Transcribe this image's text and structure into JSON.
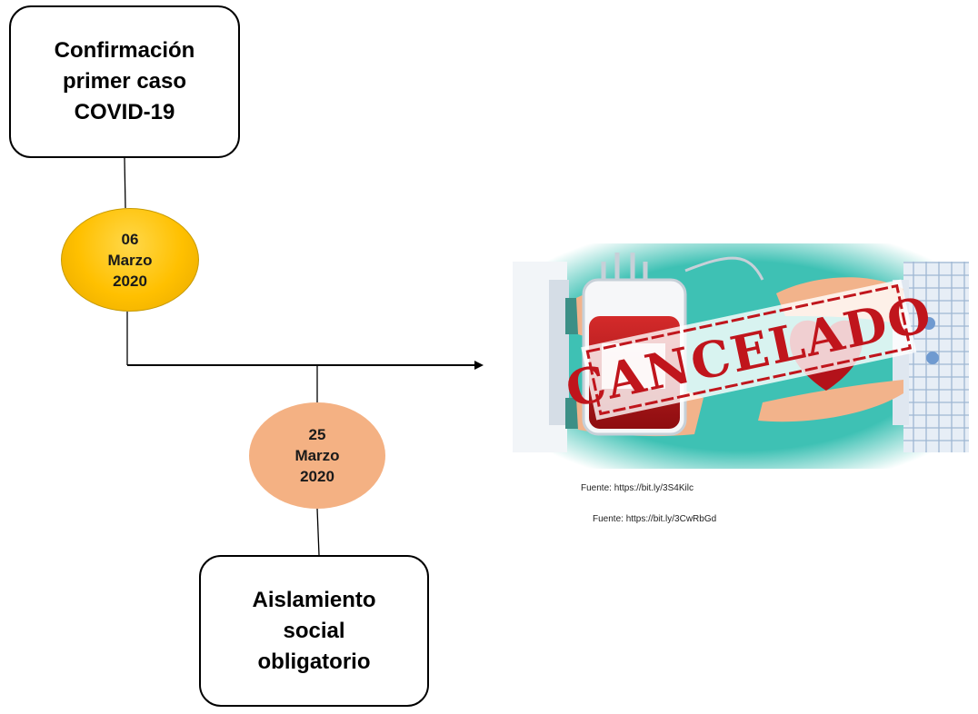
{
  "boxes": {
    "top": "Confirmación primer caso COVID-19",
    "bottom": "Aislamiento social obligatorio"
  },
  "dates": {
    "first": "06\nMarzo\n2020",
    "second": "25\nMarzo\n2020"
  },
  "image": {
    "stamp_text": "CANCELADO"
  },
  "sources": {
    "first": "Fuente:  https://bit.ly/3S4Kilc",
    "second": "Fuente:  https://bit.ly/3CwRbGd"
  },
  "colors": {
    "date_first_fill": "#ffc000",
    "date_second_fill": "#f4b183",
    "stamp_red": "#c0151c",
    "image_bg": "#3ec1b4"
  }
}
